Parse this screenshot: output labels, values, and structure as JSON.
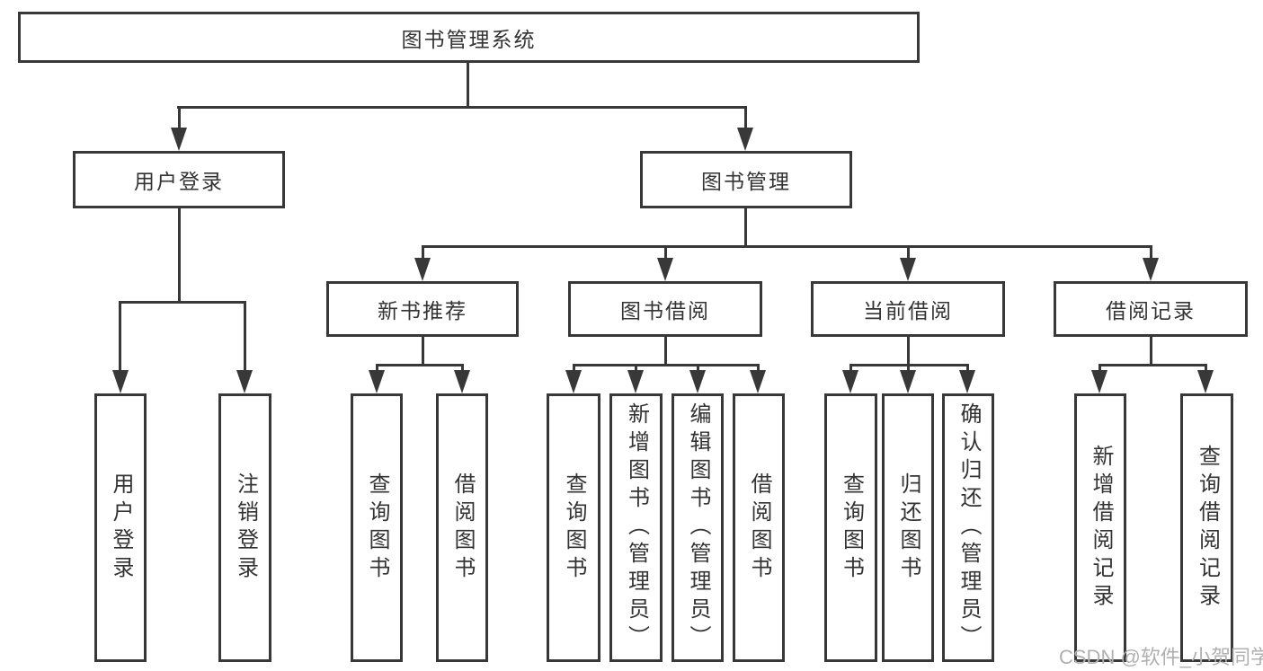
{
  "diagram": {
    "root": {
      "label": "图书管理系统"
    },
    "level2": [
      {
        "label": "用户登录"
      },
      {
        "label": "图书管理"
      }
    ],
    "level3": [
      {
        "label": "新书推荐"
      },
      {
        "label": "图书借阅"
      },
      {
        "label": "当前借阅"
      },
      {
        "label": "借阅记录"
      }
    ],
    "level4": [
      {
        "label": "用户登录"
      },
      {
        "label": "注销登录"
      },
      {
        "label": "查询图书"
      },
      {
        "label": "借阅图书"
      },
      {
        "label": "查询图书"
      },
      {
        "label": "新增图书（管理员）"
      },
      {
        "label": "编辑图书（管理员）"
      },
      {
        "label": "借阅图书"
      },
      {
        "label": "查询图书"
      },
      {
        "label": "归还图书"
      },
      {
        "label": "确认归还（管理员）"
      },
      {
        "label": "新增借阅记录"
      },
      {
        "label": "查询借阅记录"
      }
    ]
  },
  "watermark": {
    "text": "CSDN @软件_小贺同学"
  },
  "colors": {
    "line": "#383838",
    "text": "#333333",
    "watermark": "#b0b0b0",
    "background": "#ffffff"
  }
}
